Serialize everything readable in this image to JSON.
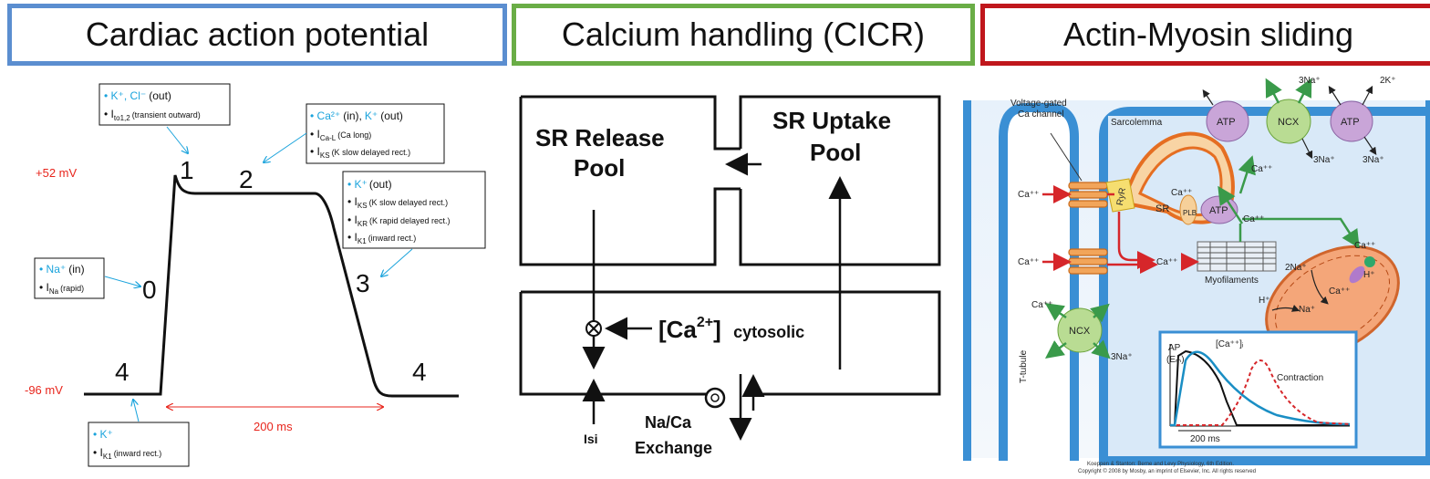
{
  "headers": {
    "left": "Cardiac action potential",
    "middle": "Calcium handling (CICR)",
    "right": "Actin-Myosin sliding"
  },
  "colors": {
    "left_border": "#5b8ed0",
    "middle_border": "#6aad46",
    "right_border": "#c0171c",
    "ion_blue": "#1aa3dc",
    "voltage_red": "#e8251c",
    "cell_fill": "#d9e9f8",
    "membrane": "#3a8fd4"
  },
  "action_potential": {
    "v_max": "+52 mV",
    "v_min": "-96 mV",
    "duration": "200 ms",
    "phases": [
      "0",
      "1",
      "2",
      "3",
      "4",
      "4"
    ],
    "boxes": {
      "phase1": {
        "ions": "K⁺, Cl⁻",
        "dir": "(out)",
        "current_main": "I",
        "current_sub": "to1,2",
        "desc": "(transient outward)"
      },
      "phase2": {
        "ion1": "Ca²⁺",
        "dir1": "(in),",
        "ion2": "K⁺",
        "dir2": "(out)",
        "c1_main": "I",
        "c1_sub": "Ca-L",
        "c1_desc": "(Ca long)",
        "c2_main": "I",
        "c2_sub": "KS",
        "c2_desc": "(K slow delayed rect.)"
      },
      "phase3": {
        "ion": "K⁺",
        "dir": "(out)",
        "c1_main": "I",
        "c1_sub": "KS",
        "c1_desc": "(K slow delayed rect.)",
        "c2_main": "I",
        "c2_sub": "KR",
        "c2_desc": "(K rapid delayed rect.)",
        "c3_main": "I",
        "c3_sub": "K1",
        "c3_desc": "(inward rect.)"
      },
      "phase0": {
        "ion": "Na⁺",
        "dir": "(in)",
        "current_main": "I",
        "current_sub": "Na",
        "desc": "(rapid)"
      },
      "phase4": {
        "ion": "K⁺",
        "current_main": "I",
        "current_sub": "K1",
        "desc": "(inward rect.)"
      }
    }
  },
  "cicr": {
    "sr_release": [
      "SR Release",
      "Pool"
    ],
    "sr_uptake": [
      "SR Uptake",
      "Pool"
    ],
    "cyto_base": "[Ca",
    "cyto_sup": "2+",
    "cyto_close": "]",
    "cyto_label": "cytosolic",
    "isi": "Isi",
    "naca": [
      "Na/Ca",
      "Exchange"
    ]
  },
  "myocyte": {
    "labels": {
      "vgcc": [
        "Voltage-gated",
        "Ca channel"
      ],
      "sarcolemma": "Sarcolemma",
      "atp": "ATP",
      "ncx": "NCX",
      "na3_top": "3Na⁺",
      "k2_top": "2K⁺",
      "na3_mid": "3Na⁺",
      "ca": "Ca⁺⁺",
      "ryr": "RyR",
      "sr": "SR",
      "plb": "PLB",
      "myofilaments": "Myofilaments",
      "na2": "2Na⁺",
      "h": "H⁺",
      "na": "Na⁺",
      "ttubule": "T-tubule",
      "na3_ncx": "3Na⁺",
      "ap": "AP",
      "em": "(Eₘ)",
      "ca_i": "[Ca⁺⁺]ᵢ",
      "contraction": "Contraction",
      "ms200": "200 ms"
    },
    "citation": [
      "Koeppen & Stanton: Berne and Levy Physiology, 6th Edition.",
      "Copyright © 2008 by Mosby, an imprint of Elsevier, Inc. All rights reserved"
    ]
  }
}
